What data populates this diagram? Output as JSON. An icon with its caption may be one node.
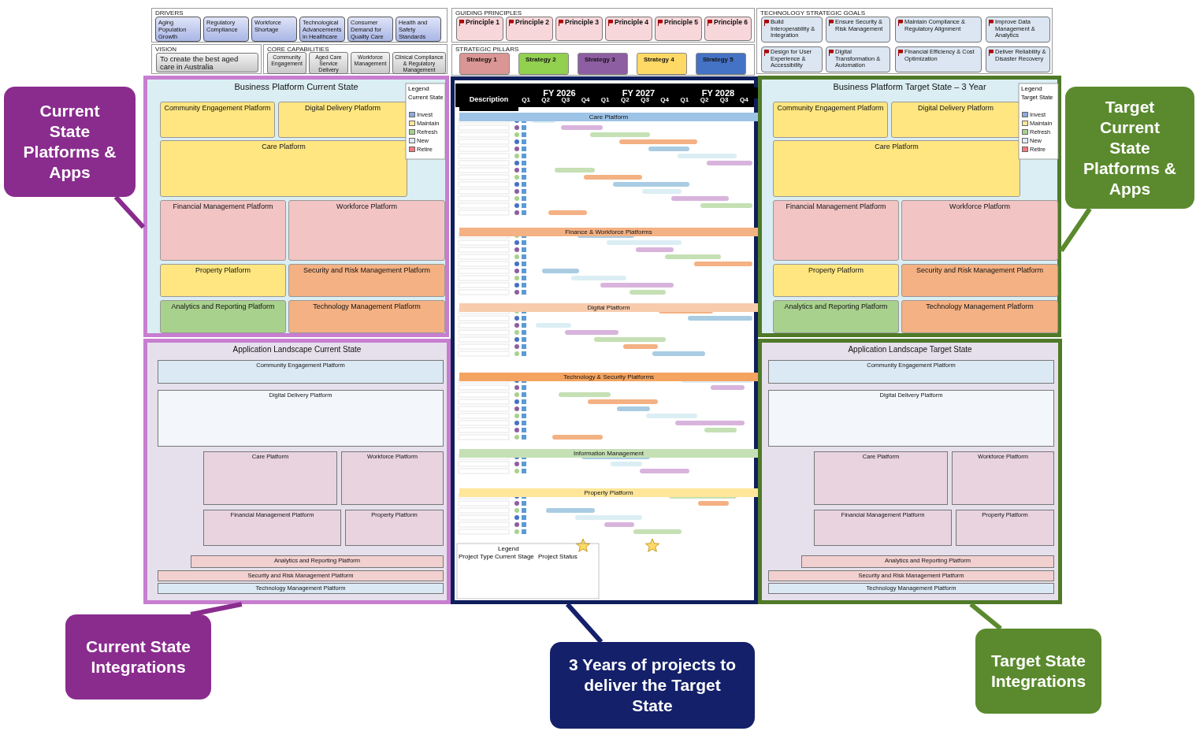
{
  "diagram": {
    "nodes": [
      {
        "text": [
          "DRIVERS"
        ]
      },
      {
        "text": [
          "Aging Population Growth"
        ],
        "in": 0
      },
      {
        "text": [
          "Regulatory Compliance"
        ],
        "in": 0
      },
      {
        "text": [
          "Workforce Shortage"
        ],
        "in": 0
      },
      {
        "text": [
          "Technological Advancements in Healthcare"
        ],
        "in": 0
      },
      {
        "text": [
          "Consumer Demand for Quality Care"
        ],
        "in": 0
      },
      {
        "text": [
          "Health and Safety Standards"
        ],
        "in": 0
      },
      {
        "text": [
          "GUIDING PRINCIPLES"
        ]
      },
      {
        "text": [
          "Principle 1"
        ],
        "in": 7
      },
      {
        "text": [
          "Principle 2"
        ],
        "in": 7
      },
      {
        "text": [
          "Principle 3"
        ],
        "in": 7
      },
      {
        "text": [
          "Principle 4"
        ],
        "in": 7
      },
      {
        "text": [
          "Principle 5"
        ],
        "in": 7
      },
      {
        "text": [
          "Principle 6"
        ],
        "in": 7
      },
      {
        "text": [
          "TECHNOLOGY STRATEGIC GOALS"
        ]
      },
      {
        "text": [
          "Build Interoperability & Integration"
        ],
        "in": 14
      },
      {
        "text": [
          "Ensure Security & Risk Management"
        ],
        "in": 14
      },
      {
        "text": [
          "Maintain Compliance & Regulatory Alignment"
        ],
        "in": 14
      },
      {
        "text": [
          "Improve Data Management & Analytics"
        ],
        "in": 14
      },
      {
        "text": [
          "Design for User Experience & Accessibility"
        ],
        "in": 14
      },
      {
        "text": [
          "Digital Transformation & Automation"
        ],
        "in": 14
      },
      {
        "text": [
          "Financial Efficiency & Cost Optimization"
        ],
        "in": 14
      },
      {
        "text": [
          "Deliver Reliability & Disaster Recovery"
        ],
        "in": 14
      },
      {
        "text": [
          "VISION"
        ]
      },
      {
        "text": [
          "To create the best aged care in Australia"
        ],
        "in": 23
      },
      {
        "text": [
          "CORE CAPABILITIES"
        ]
      },
      {
        "text": [
          "Community Engagement"
        ],
        "in": 25
      },
      {
        "text": [
          "Aged Care Service Delivery"
        ],
        "in": 25
      },
      {
        "text": [
          "Workforce Management"
        ],
        "in": 25
      },
      {
        "text": [
          "Clinical Compliance & Regulatory Management"
        ],
        "in": 25
      },
      {
        "text": [
          "STRATEGIC PILLARS"
        ]
      },
      {
        "text": [
          "Strategy 1"
        ],
        "in": 30
      },
      {
        "text": [
          "Strategy 2"
        ],
        "in": 30
      },
      {
        "text": [
          "Strategy 3"
        ],
        "in": 30
      },
      {
        "text": [
          "Strategy 4"
        ],
        "in": 30
      },
      {
        "text": [
          "Strategy 5"
        ],
        "in": 30
      },
      {
        "text": [
          "Business Platform Current State"
        ]
      },
      {
        "text": [
          "Community Engagement Platform"
        ],
        "in": 36
      },
      {
        "text": [
          "Digital Delivery Platform"
        ],
        "in": 36
      },
      {
        "text": [
          "Care Platform"
        ],
        "in": 36
      },
      {
        "text": [
          "Financial Management Platform"
        ],
        "in": 36
      },
      {
        "text": [
          "Workforce Platform"
        ],
        "in": 36
      },
      {
        "text": [
          "Property Platform"
        ],
        "in": 36
      },
      {
        "text": [
          "Security and Risk Management Platform"
        ],
        "in": 36
      },
      {
        "text": [
          "Analytics and Reporting Platform"
        ],
        "in": 36
      },
      {
        "text": [
          "Technology Management Platform"
        ],
        "in": 36
      },
      {
        "text": [],
        "shape": "box"
      },
      {
        "text": [
          "Description"
        ],
        "in": 46
      },
      {
        "text": [
          "FY 2026"
        ],
        "in": 46
      },
      {
        "text": [
          "FY 2027"
        ],
        "in": 46
      },
      {
        "text": [
          "FY 2028"
        ],
        "in": 46
      },
      {
        "text": [
          "Care Platform"
        ],
        "in": 46
      },
      {
        "text": [
          "Finance & Workforce Platforms"
        ],
        "in": 46
      },
      {
        "text": [
          "Digital Platform"
        ],
        "in": 46
      },
      {
        "text": [
          "Technology & Security Platforms"
        ],
        "in": 46
      },
      {
        "text": [
          "Information Management"
        ],
        "in": 46
      },
      {
        "text": [
          "Property Platform"
        ],
        "in": 46
      },
      {
        "text": [
          "Business Platform Target State – 3 Year"
        ]
      },
      {
        "text": [
          "Community Engagement Platform"
        ],
        "in": 57
      },
      {
        "text": [
          "Digital Delivery Platform"
        ],
        "in": 57
      },
      {
        "text": [
          "Care Platform"
        ],
        "in": 57
      },
      {
        "text": [
          "Financial Management Platform"
        ],
        "in": 57
      },
      {
        "text": [
          "Workforce Platform"
        ],
        "in": 57
      },
      {
        "text": [
          "Property Platform"
        ],
        "in": 57
      },
      {
        "text": [
          "Security and Risk Management Platform"
        ],
        "in": 57
      },
      {
        "text": [
          "Analytics and Reporting Platform"
        ],
        "in": 57
      },
      {
        "text": [
          "Technology Management Platform"
        ],
        "in": 57
      },
      {
        "text": [
          "Application Landscape Current State"
        ]
      },
      {
        "text": [
          "Community Engagement Platform"
        ],
        "in": 67
      },
      {
        "text": [
          "Digital Delivery Platform"
        ],
        "in": 67
      },
      {
        "text": [
          "Care Platform"
        ],
        "in": 67
      },
      {
        "text": [
          "Workforce Platform"
        ],
        "in": 67
      },
      {
        "text": [
          "Financial Management Platform"
        ],
        "in": 67
      },
      {
        "text": [
          "Property Platform"
        ],
        "in": 67
      },
      {
        "text": [
          "Analytics and Reporting Platform"
        ],
        "in": 67
      },
      {
        "text": [
          "Security and Risk Management Platform"
        ],
        "in": 67
      },
      {
        "text": [
          "Technology Management Platform"
        ],
        "in": 67
      },
      {
        "text": [
          "Application Landscape Target State"
        ]
      },
      {
        "text": [
          "Community Engagement Platform"
        ],
        "in": 77
      },
      {
        "text": [
          "Digital Delivery Platform"
        ],
        "in": 77
      },
      {
        "text": [
          "Care Platform"
        ],
        "in": 77
      },
      {
        "text": [
          "Workforce Platform"
        ],
        "in": 77
      },
      {
        "text": [
          "Financial Management Platform"
        ],
        "in": 77
      },
      {
        "text": [
          "Property Platform"
        ],
        "in": 77
      },
      {
        "text": [
          "Analytics and Reporting Platform"
        ],
        "in": 77
      },
      {
        "text": [
          "Security and Risk Management Platform"
        ],
        "in": 77
      },
      {
        "text": [
          "Technology Management Platform"
        ],
        "in": 77
      },
      {
        "text": [
          "Current State Platforms & Apps"
        ]
      },
      {
        "text": [
          "Target Current State Platforms & Apps"
        ]
      },
      {
        "text": [
          "Current State Integrations"
        ]
      },
      {
        "text": [
          "3 Years of projects to deliver the Target State"
        ]
      },
      {
        "text": [
          "Target State Integrations"
        ]
      }
    ],
    "edges": [
      {
        "from": 87,
        "to": 36,
        "arrow": "none",
        "color": "#8a2c8e"
      },
      {
        "from": 88,
        "to": 57,
        "arrow": "none",
        "color": "#5b8a2e"
      },
      {
        "from": 89,
        "to": 67,
        "arrow": "none",
        "color": "#8a2c8e"
      },
      {
        "from": 90,
        "to": 46,
        "arrow": "none",
        "color": "#14206a"
      },
      {
        "from": 91,
        "to": 77,
        "arrow": "none",
        "color": "#5b8a2e"
      }
    ],
    "labels": [
      "Legend",
      "Current State",
      "Q1",
      "Q2",
      "Q3",
      "Q4",
      "Q1",
      "Q2",
      "Q3",
      "Q4",
      "Q1",
      "Q2",
      "Q3",
      "Q4",
      "Legend",
      "Project Type",
      "Current Stage",
      "Project Status",
      "Legend",
      "Target State"
    ],
    "legend": [
      {
        "text": "Invest",
        "color": "#8ea9db"
      },
      {
        "text": "Maintain",
        "color": "#ffe699"
      },
      {
        "text": "Refresh",
        "color": "#a9d18e"
      },
      {
        "text": "New",
        "color": "#deebf7"
      },
      {
        "text": "Retire",
        "color": "#f4777f"
      },
      {
        "text": "Invest",
        "color": "#8ea9db"
      },
      {
        "text": "Maintain",
        "color": "#ffe699"
      },
      {
        "text": "Refresh",
        "color": "#a9d18e"
      },
      {
        "text": "New",
        "color": "#deebf7"
      },
      {
        "text": "Retire",
        "color": "#f4777f"
      }
    ]
  }
}
